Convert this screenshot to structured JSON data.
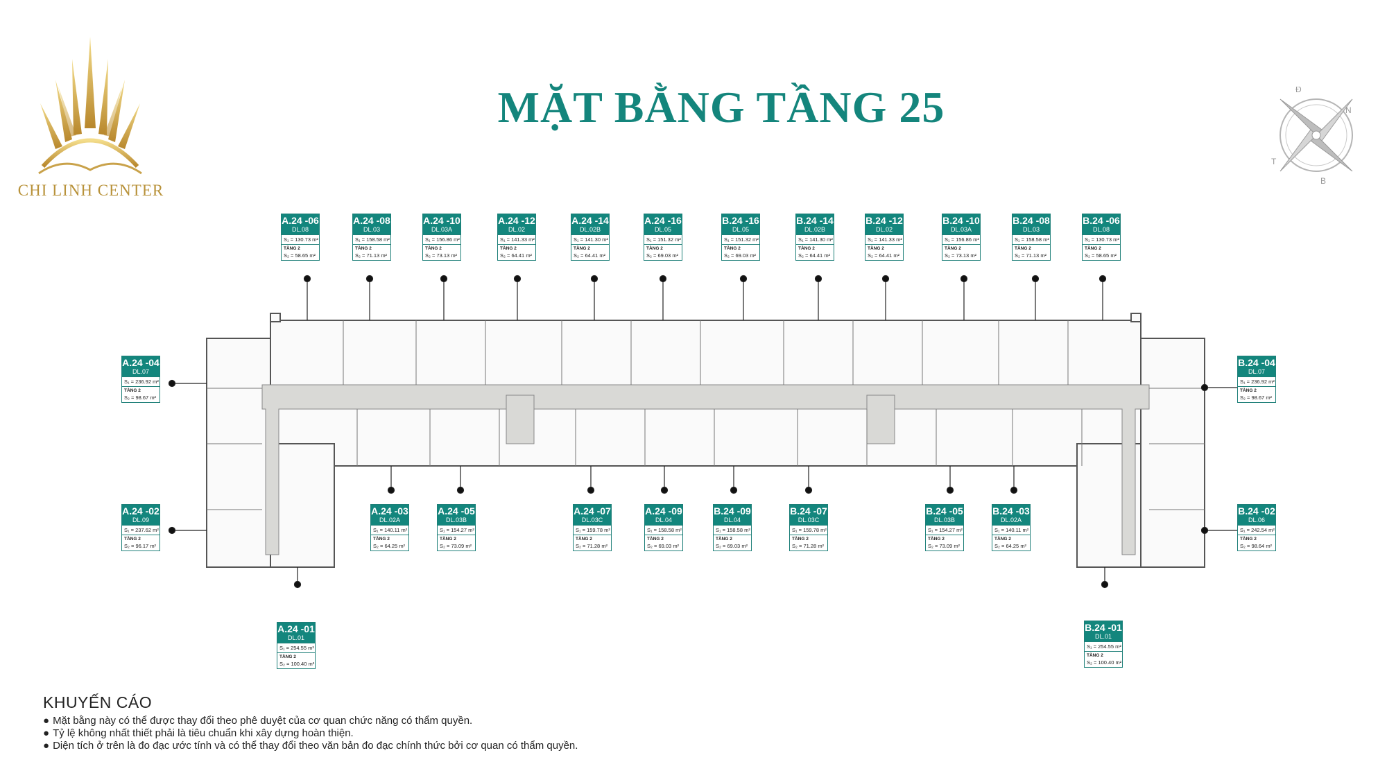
{
  "brand": {
    "name": "CHI LINH CENTER"
  },
  "title": "MẶT BẰNG TẦNG 25",
  "compass": {
    "letters": [
      "Đ",
      "N",
      "T",
      "B"
    ]
  },
  "units": [
    {
      "code": "A.24 -06",
      "type": "DL.08",
      "area1": "S₁ = 130.73 m²",
      "floor2": "TẦNG 2",
      "area2": "S₂ = 58.65 m²"
    },
    {
      "code": "A.24 -08",
      "type": "DL.03",
      "area1": "S₁ = 158.58 m²",
      "floor2": "TẦNG 2",
      "area2": "S₂ = 71.13 m²"
    },
    {
      "code": "A.24 -10",
      "type": "DL.03A",
      "area1": "S₁ = 156.86 m²",
      "floor2": "TẦNG 2",
      "area2": "S₂ = 73.13 m²"
    },
    {
      "code": "A.24 -12",
      "type": "DL.02",
      "area1": "S₁ = 141.33 m²",
      "floor2": "TẦNG 2",
      "area2": "S₂ = 64.41 m²"
    },
    {
      "code": "A.24 -14",
      "type": "DL.02B",
      "area1": "S₁ = 141.30 m²",
      "floor2": "TẦNG 2",
      "area2": "S₂ = 64.41 m²"
    },
    {
      "code": "A.24 -16",
      "type": "DL.05",
      "area1": "S₁ = 151.32 m²",
      "floor2": "TẦNG 2",
      "area2": "S₂ = 69.03 m²"
    },
    {
      "code": "B.24 -16",
      "type": "DL.05",
      "area1": "S₁ = 151.32 m²",
      "floor2": "TẦNG 2",
      "area2": "S₂ = 69.03 m²"
    },
    {
      "code": "B.24 -14",
      "type": "DL.02B",
      "area1": "S₁ = 141.30 m²",
      "floor2": "TẦNG 2",
      "area2": "S₂ = 64.41 m²"
    },
    {
      "code": "B.24 -12",
      "type": "DL.02",
      "area1": "S₁ = 141.33 m²",
      "floor2": "TẦNG 2",
      "area2": "S₂ = 64.41 m²"
    },
    {
      "code": "B.24 -10",
      "type": "DL.03A",
      "area1": "S₁ = 156.86 m²",
      "floor2": "TẦNG 2",
      "area2": "S₂ = 73.13 m²"
    },
    {
      "code": "B.24 -08",
      "type": "DL.03",
      "area1": "S₁ = 158.58 m²",
      "floor2": "TẦNG 2",
      "area2": "S₂ = 71.13 m²"
    },
    {
      "code": "B.24 -06",
      "type": "DL.08",
      "area1": "S₁ = 130.73 m²",
      "floor2": "TẦNG 2",
      "area2": "S₂ = 58.65 m²"
    },
    {
      "code": "A.24 -04",
      "type": "DL.07",
      "area1": "S₁ = 236.92 m²",
      "floor2": "TẦNG 2",
      "area2": "S₂ = 98.67 m²"
    },
    {
      "code": "B.24 -04",
      "type": "DL.07",
      "area1": "S₁ = 236.92 m²",
      "floor2": "TẦNG 2",
      "area2": "S₂ = 98.67 m²"
    },
    {
      "code": "A.24 -02",
      "type": "DL.09",
      "area1": "S₁ = 237.62 m²",
      "floor2": "TẦNG 2",
      "area2": "S₂ = 96.17 m²"
    },
    {
      "code": "A.24 -03",
      "type": "DL.02A",
      "area1": "S₁ = 140.11 m²",
      "floor2": "TẦNG 2",
      "area2": "S₂ = 64.25 m²"
    },
    {
      "code": "A.24 -05",
      "type": "DL.03B",
      "area1": "S₁ = 154.27 m²",
      "floor2": "TẦNG 2",
      "area2": "S₂ = 73.09 m²"
    },
    {
      "code": "A.24 -07",
      "type": "DL.03C",
      "area1": "S₁ = 159.78 m²",
      "floor2": "TẦNG 2",
      "area2": "S₂ = 71.28 m²"
    },
    {
      "code": "A.24 -09",
      "type": "DL.04",
      "area1": "S₁ = 158.58 m²",
      "floor2": "TẦNG 2",
      "area2": "S₂ = 69.03 m²"
    },
    {
      "code": "B.24 -09",
      "type": "DL.04",
      "area1": "S₁ = 158.58 m²",
      "floor2": "TẦNG 2",
      "area2": "S₂ = 69.03 m²"
    },
    {
      "code": "B.24 -07",
      "type": "DL.03C",
      "area1": "S₁ = 159.78 m²",
      "floor2": "TẦNG 2",
      "area2": "S₂ = 71.28 m²"
    },
    {
      "code": "B.24 -05",
      "type": "DL.03B",
      "area1": "S₁ = 154.27 m²",
      "floor2": "TẦNG 2",
      "area2": "S₂ = 73.09 m²"
    },
    {
      "code": "B.24 -03",
      "type": "DL.02A",
      "area1": "S₁ = 140.11 m²",
      "floor2": "TẦNG 2",
      "area2": "S₂ = 64.25 m²"
    },
    {
      "code": "B.24 -02",
      "type": "DL.06",
      "area1": "S₁ = 242.54 m²",
      "floor2": "TẦNG 2",
      "area2": "S₂ = 98.64 m²"
    },
    {
      "code": "A.24 -01",
      "type": "DL.01",
      "area1": "S₁ = 254.55 m²",
      "floor2": "TẦNG 2",
      "area2": "S₂ = 100.40 m²"
    },
    {
      "code": "B.24 -01",
      "type": "DL.01",
      "area1": "S₁ = 254.55 m²",
      "floor2": "TẦNG 2",
      "area2": "S₂ = 100.40 m²"
    }
  ],
  "notes": {
    "title": "KHUYẾN CÁO",
    "items": [
      "Mặt bằng này có thể được thay đổi theo phê duyệt của cơ quan chức năng có thẩm quyền.",
      "Tỷ lệ không nhất thiết phải là tiêu chuẩn khi xây dựng hoàn thiện.",
      "Diện tích ở trên là đo đạc ước tính và có thể thay đổi theo văn bản đo đạc chính thức bởi cơ quan có thẩm quyền."
    ]
  },
  "colors": {
    "teal": "#13867d",
    "gold": "#c9a24a",
    "corridor": "#d9d9d6",
    "wall": "#8a8a8a"
  }
}
